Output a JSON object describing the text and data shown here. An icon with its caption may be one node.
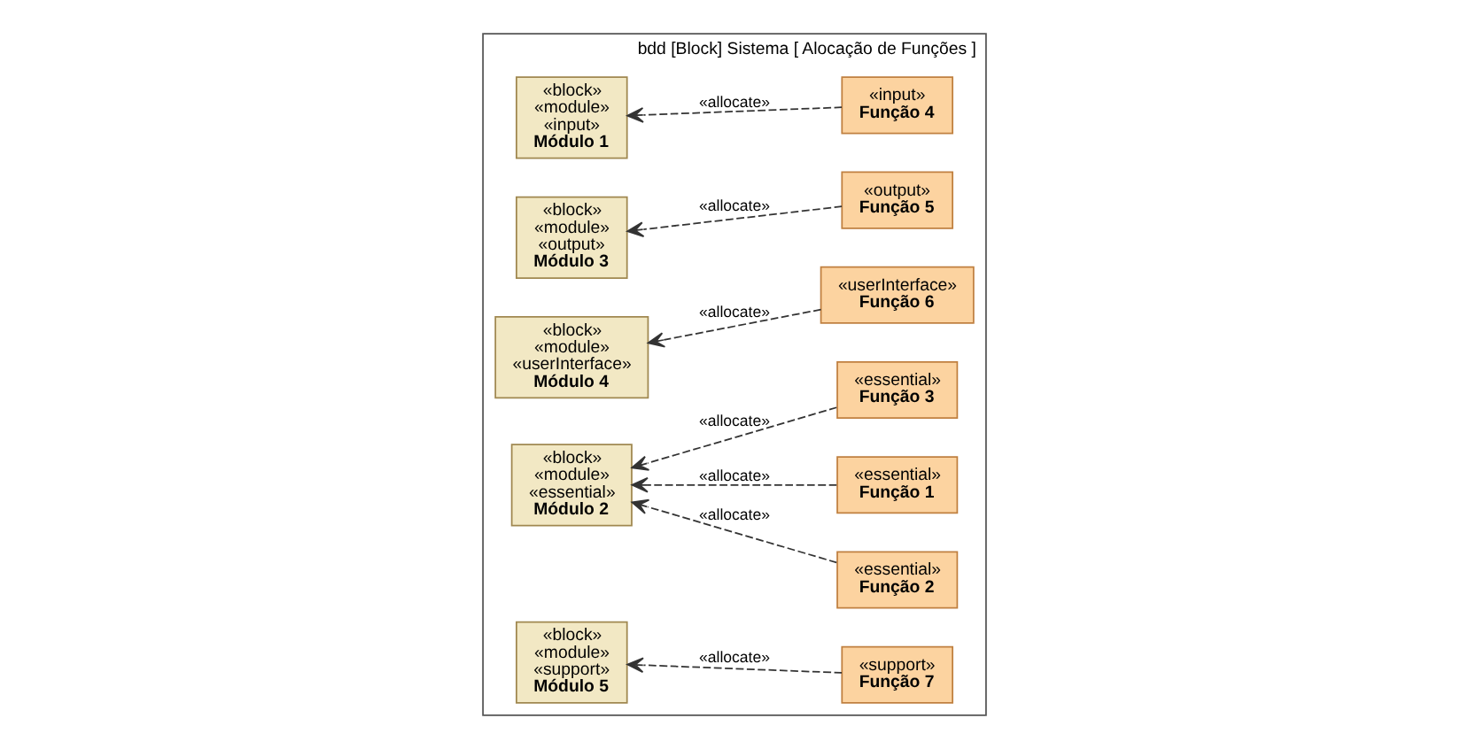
{
  "diagram": {
    "nodes": [
      {
        "text": [
          "bdd [Block] Sistema [ Alocação de Funções ]"
        ]
      },
      {
        "text": [
          "«block» «module» «input»",
          "Módulo 1"
        ],
        "in": 0
      },
      {
        "text": [
          "«input»",
          "Função 4"
        ],
        "in": 0
      },
      {
        "text": [
          "«block» «module» «output»",
          "Módulo 3"
        ],
        "in": 0
      },
      {
        "text": [
          "«output»",
          "Função 5"
        ],
        "in": 0
      },
      {
        "text": [
          "«block» «module» «userInterface»",
          "Módulo 4"
        ],
        "in": 0
      },
      {
        "text": [
          "«userInterface»",
          "Função 6"
        ],
        "in": 0
      },
      {
        "text": [
          "«essential»",
          "Função 1"
        ],
        "in": 0
      },
      {
        "text": [
          "«block» «module» «essential»",
          "Módulo 2"
        ],
        "in": 0
      },
      {
        "text": [
          "«essential»",
          "Função 2"
        ],
        "in": 0
      },
      {
        "text": [
          "«block» «module» «support»",
          "Módulo 5"
        ],
        "in": 0
      },
      {
        "text": [
          "«support»",
          "Função 7"
        ],
        "in": 0
      },
      {
        "text": [
          "«essential»",
          "Função 3"
        ],
        "in": 0
      }
    ],
    "edges": [
      {
        "from": 2,
        "to": 1,
        "arrow": "to",
        "label": "«allocate»",
        "style": "dashed"
      },
      {
        "from": 4,
        "to": 3,
        "arrow": "to",
        "label": "«allocate»",
        "style": "dashed"
      },
      {
        "from": 6,
        "to": 5,
        "arrow": "to",
        "label": "«allocate»",
        "style": "dashed"
      },
      {
        "from": 7,
        "to": 8,
        "arrow": "to",
        "label": "«allocate»",
        "style": "dashed"
      },
      {
        "from": 9,
        "to": 8,
        "arrow": "to",
        "label": "«allocate»",
        "style": "dashed"
      },
      {
        "from": 11,
        "to": 10,
        "arrow": "to",
        "label": "«allocate»",
        "style": "dashed"
      },
      {
        "from": 12,
        "to": 8,
        "arrow": "to",
        "label": "«allocate»",
        "style": "dashed"
      }
    ]
  }
}
